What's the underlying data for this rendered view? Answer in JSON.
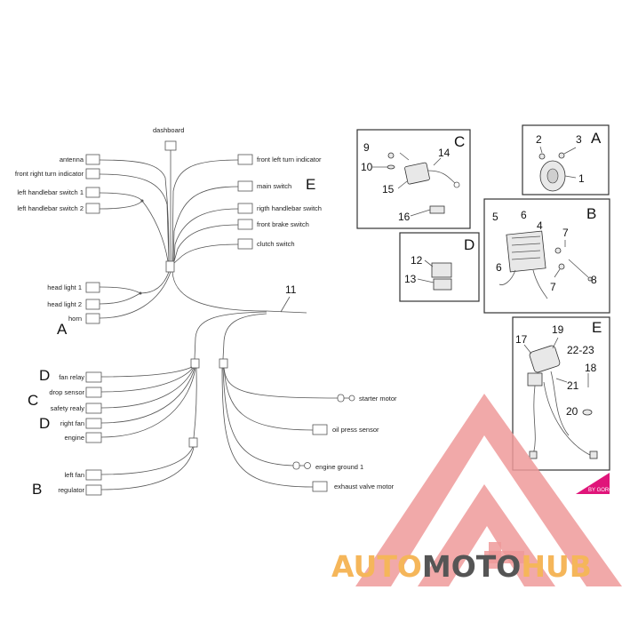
{
  "harness": {
    "top": {
      "dashboard": "dashboard",
      "left": [
        "antenna",
        "front right turn indicator",
        "left handlebar switch 1",
        "left handlebar switch 2"
      ],
      "right": [
        "front left turn indicator",
        "main switch",
        "rigth handlebar switch",
        "front brake switch",
        "clutch switch"
      ],
      "right_letter": "E"
    },
    "mid": {
      "left": [
        "head light 1",
        "head light 2",
        "horn"
      ],
      "letter": "A",
      "callout": "11"
    },
    "lower": {
      "left": [
        "fan relay",
        "drop sensor",
        "safety realy",
        "right fan",
        "engine"
      ],
      "letters": [
        "D",
        "C",
        "D"
      ],
      "right": [
        "starter motor",
        "oil press sensor",
        "engine ground 1",
        "exhaust valve motor"
      ]
    },
    "bottom": {
      "left": [
        "left fan",
        "regulator"
      ],
      "letter": "B"
    }
  },
  "panels": {
    "c": {
      "letter": "C",
      "numbers": [
        "9",
        "14",
        "10",
        "15",
        "16"
      ]
    },
    "a": {
      "letter": "A",
      "numbers": [
        "2",
        "3",
        "1"
      ]
    },
    "d": {
      "letter": "D",
      "numbers": [
        "12",
        "13"
      ]
    },
    "b": {
      "letter": "B",
      "numbers": [
        "5",
        "6",
        "4",
        "7",
        "6",
        "7",
        "8"
      ]
    },
    "e": {
      "letter": "E",
      "numbers": [
        "17",
        "19",
        "22-23",
        "18",
        "21",
        "20"
      ]
    }
  },
  "watermark": {
    "text": "AUTOMOTOHUB",
    "part1": "AUTO",
    "part2": "MOTO",
    "part3": "HUB",
    "badge": "BY GORGE",
    "colors": {
      "triangle": "#ef9a9a",
      "orange": "#f5b65a",
      "gray": "#555555",
      "badge": "#e0157a"
    }
  }
}
